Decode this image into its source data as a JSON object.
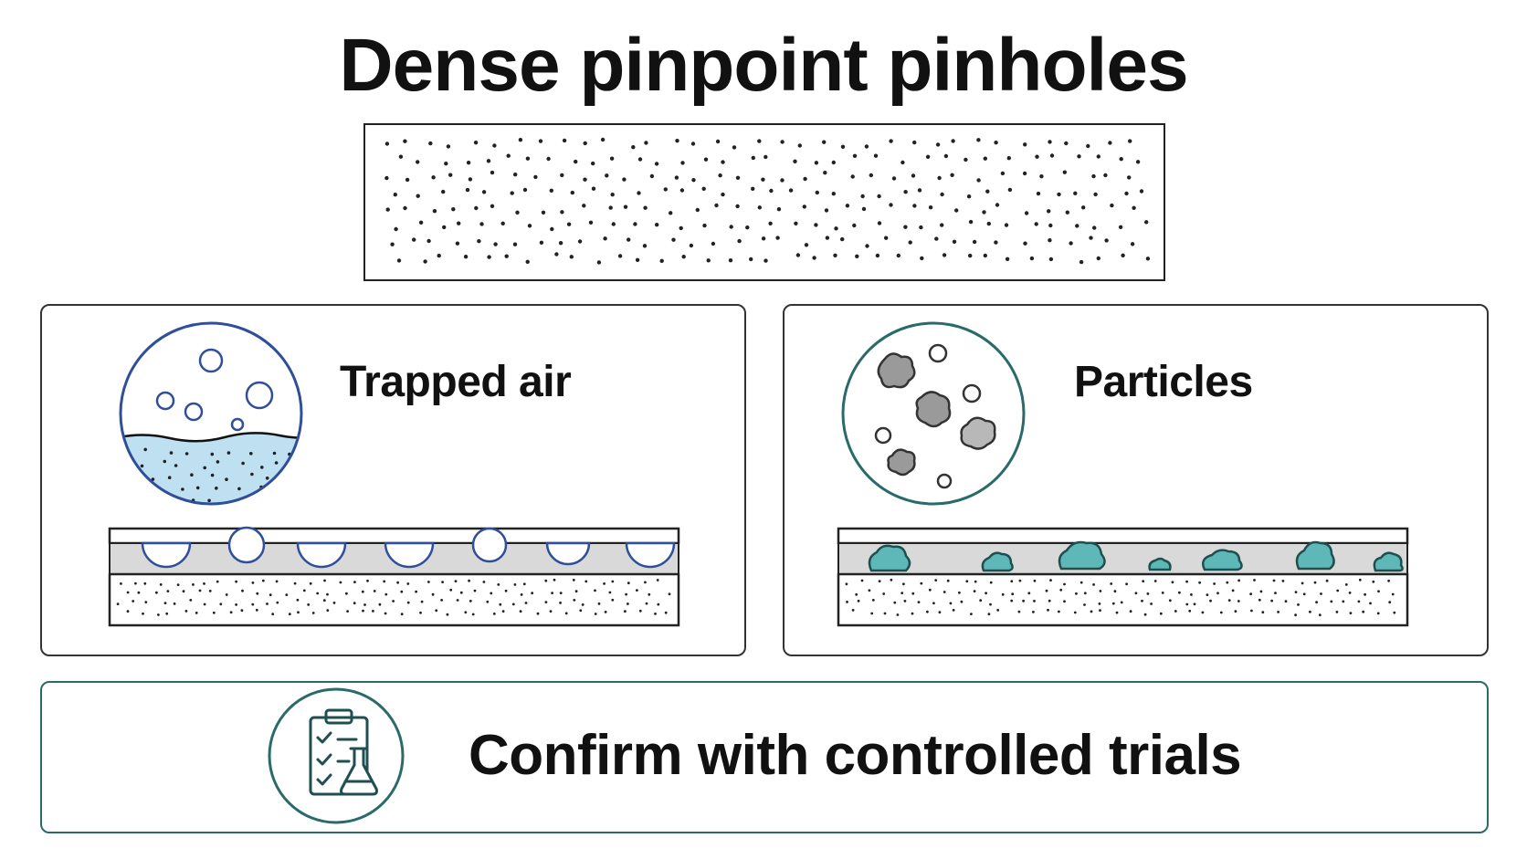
{
  "title": "Dense pinpoint pinholes",
  "panels": [
    {
      "label": "Trapped air",
      "icon": "bubbles-icon"
    },
    {
      "label": "Particles",
      "icon": "particles-icon"
    }
  ],
  "confirm": {
    "label": "Confirm with controlled trials",
    "icon": "clipboard-flask-icon"
  },
  "colors": {
    "accent_blue": "#2f4f9a",
    "liquid_blue": "#bfe0f0",
    "teal": "#2a6a6a",
    "particle_teal": "#5fb8b8",
    "particle_grey": "#9a9a9a",
    "layer_grey": "#d9d9d9"
  }
}
